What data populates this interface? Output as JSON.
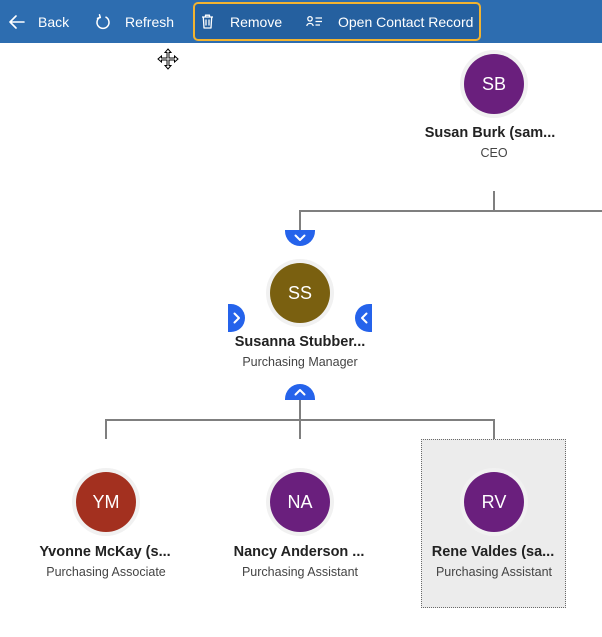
{
  "toolbar": {
    "back_label": "Back",
    "refresh_label": "Refresh",
    "remove_label": "Remove",
    "open_contact_label": "Open Contact Record"
  },
  "colors": {
    "toolbar_bg": "#2d6db0",
    "highlight_border": "#f2b330",
    "expander_blue": "#2563eb",
    "connector": "#7f7f7f"
  },
  "chart": {
    "root": {
      "initials": "SB",
      "name": "Susan Burk (sam...",
      "title": "CEO",
      "color": "#6a1f7d"
    },
    "focus": {
      "initials": "SS",
      "name": "Susanna Stubber...",
      "title": "Purchasing Manager",
      "color": "#7a6010"
    },
    "reports": [
      {
        "initials": "YM",
        "name": "Yvonne McKay (s...",
        "title": "Purchasing Associate",
        "color": "#a3301f"
      },
      {
        "initials": "NA",
        "name": "Nancy Anderson ...",
        "title": "Purchasing Assistant",
        "color": "#6a1f7d"
      },
      {
        "initials": "RV",
        "name": "Rene Valdes (sa...",
        "title": "Purchasing Assistant",
        "color": "#6a1f7d",
        "selected": true
      }
    ]
  },
  "icons": {
    "back": "arrow-left-icon",
    "refresh": "refresh-icon",
    "remove": "trash-icon",
    "open_contact": "contact-card-icon",
    "cursor": "move-cursor-icon"
  }
}
